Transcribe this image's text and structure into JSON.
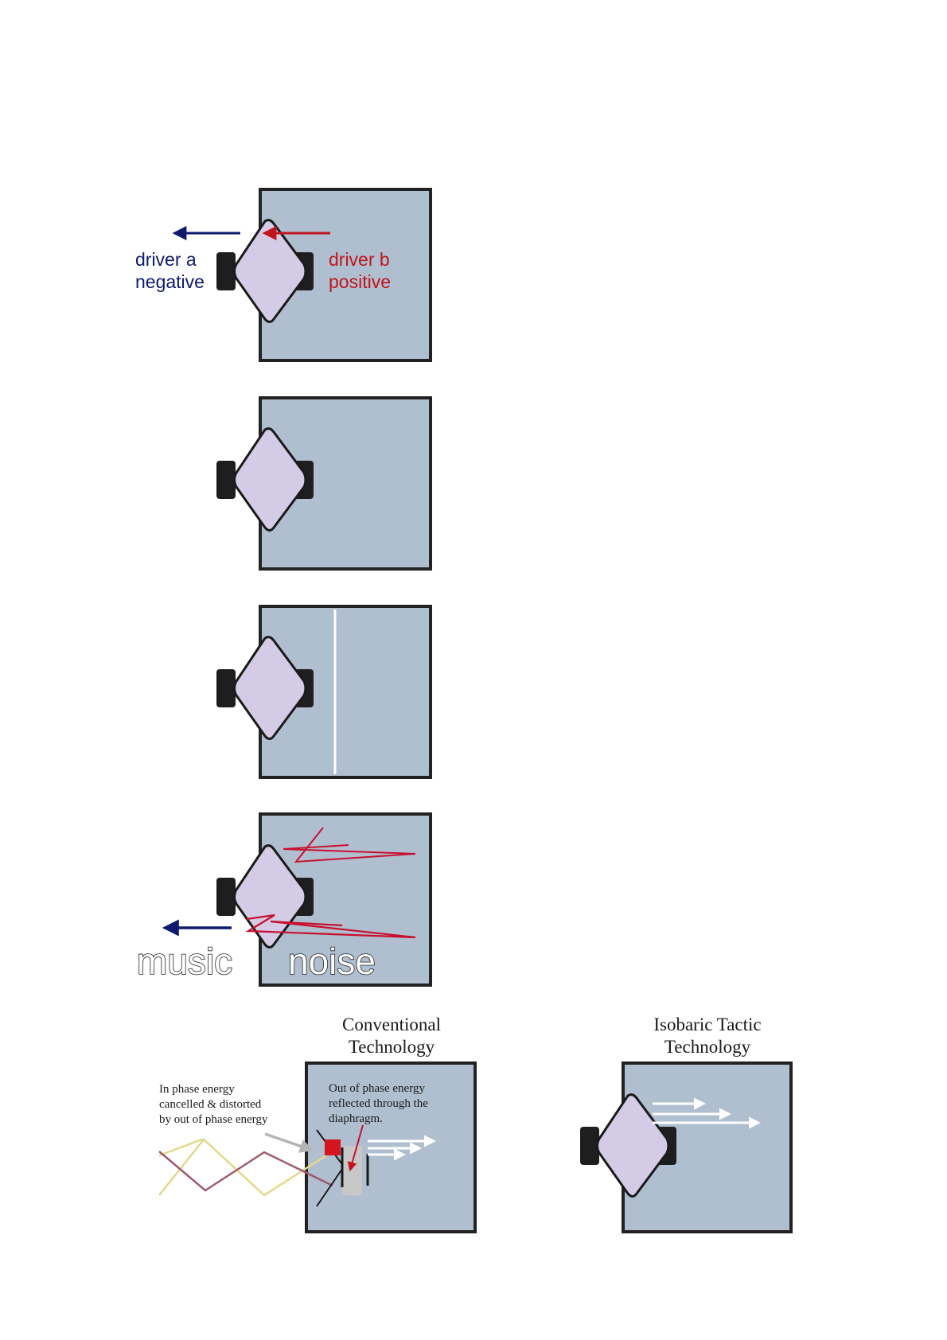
{
  "colors": {
    "box_fill": "#afbfcf",
    "box_stroke": "#222222",
    "cone_fill": "#d4cbe6",
    "magnet_fill": "#1e1e1e",
    "negative": "#0d1a6e",
    "positive": "#c0141e",
    "reflection": "#c8102e",
    "white_arrow": "#ffffff",
    "wave_in_phase": "#e3d98a",
    "wave_out_phase": "#9e5a6a",
    "pointer_gray": "#b5b5b5"
  },
  "panel1": {
    "driver_a_line1": "driver a",
    "driver_a_line2": "negative",
    "driver_b_line1": "driver b",
    "driver_b_line2": "positive"
  },
  "panel4": {
    "music_label": "music",
    "noise_label": "noise"
  },
  "conventional": {
    "title_line1": "Conventional",
    "title_line2": "Technology",
    "in_phase_line1": "In phase energy",
    "in_phase_line2": "cancelled & distorted",
    "in_phase_line3": "by out of phase energy",
    "out_phase_line1": "Out of phase energy",
    "out_phase_line2": "reflected through the",
    "out_phase_line3": "diaphragm."
  },
  "isobaric": {
    "title_line1": "Isobaric Tactic",
    "title_line2": "Technology"
  }
}
